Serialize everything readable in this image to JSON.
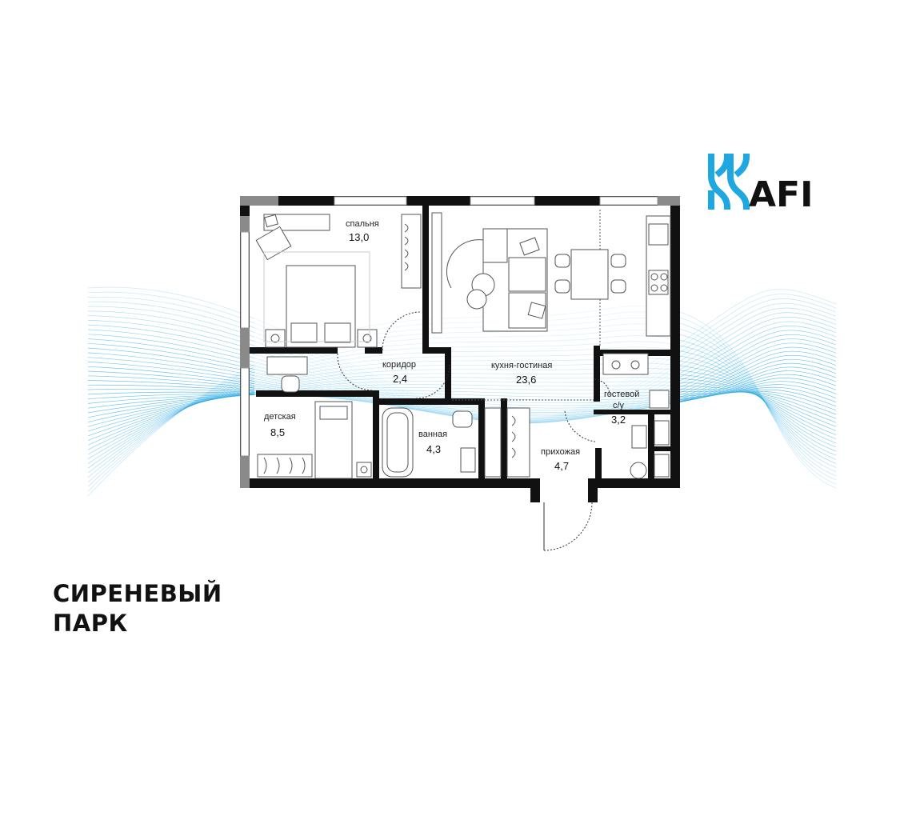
{
  "brand": {
    "name": "AFI",
    "accent_color": "#1ea7e1",
    "ink_color": "#111111",
    "icon": "afi-logo-mark"
  },
  "project": {
    "title_line1": "СИРЕНЕВЫЙ",
    "title_line2": "ПАРК"
  },
  "wave_color": "#2ea9e3",
  "rooms": [
    {
      "id": "bedroom",
      "name": "спальня",
      "area": "13,0"
    },
    {
      "id": "corridor",
      "name": "коридор",
      "area": "2,4"
    },
    {
      "id": "kitchen-living",
      "name": "кухня-гостиная",
      "area": "23,6"
    },
    {
      "id": "guest-wc",
      "name_line1": "гостевой",
      "name_line2": "с/у",
      "area": "3,2"
    },
    {
      "id": "kids-room",
      "name": "детская",
      "area": "8,5"
    },
    {
      "id": "bathroom",
      "name": "ванная",
      "area": "4,3"
    },
    {
      "id": "hallway",
      "name": "прихожая",
      "area": "4,7"
    }
  ]
}
